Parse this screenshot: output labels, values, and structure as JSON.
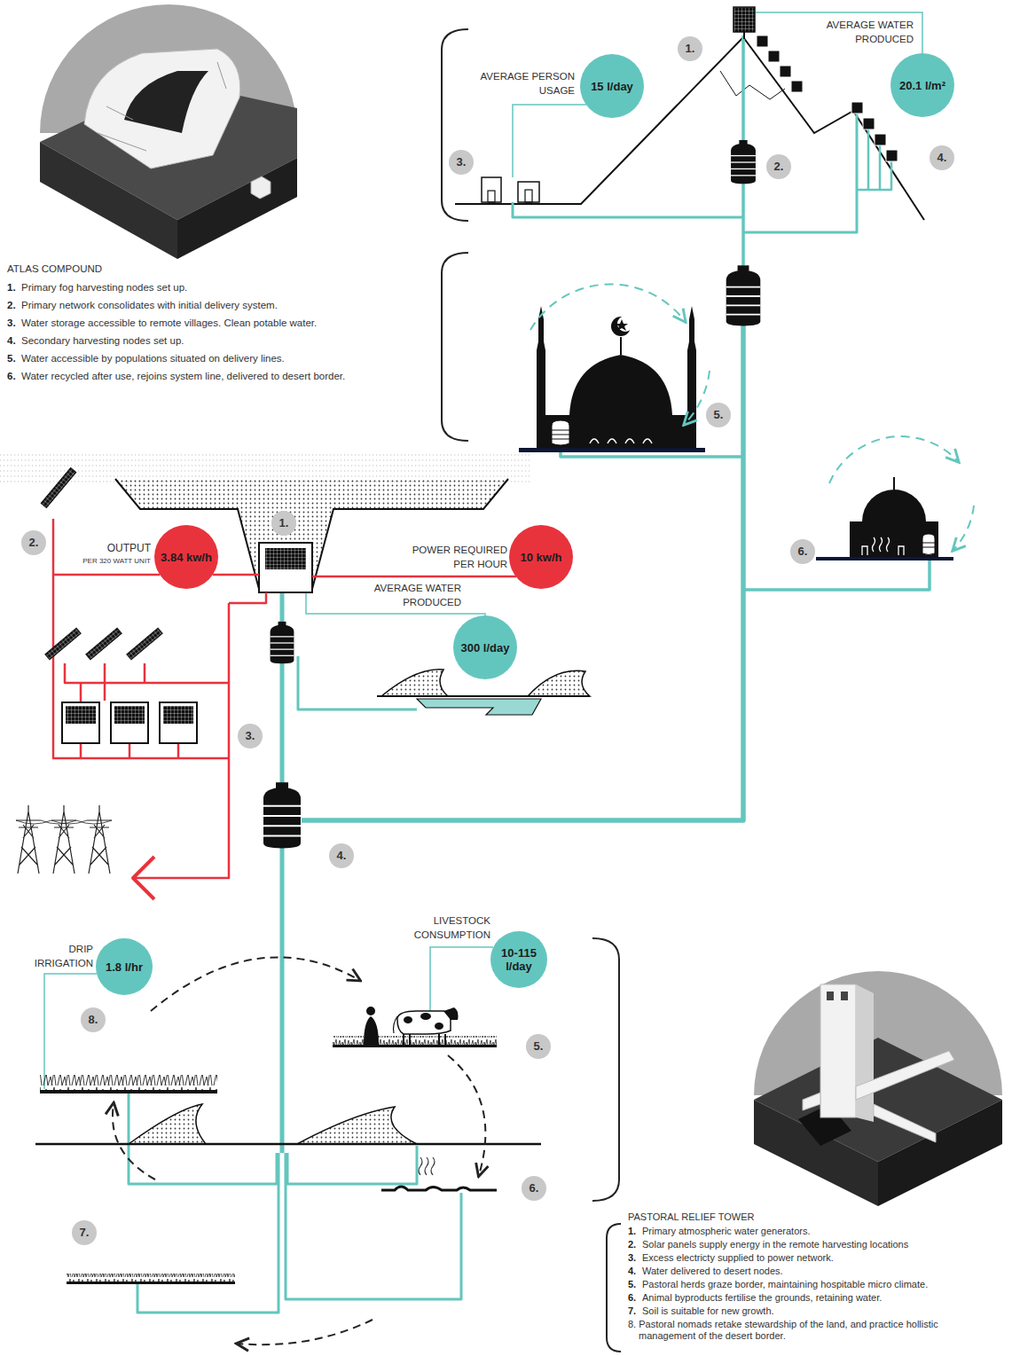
{
  "diagram": {
    "nodes": [
      {
        "text": [
          "15 l/day"
        ]
      },
      {
        "text": [
          "20.1 l/m²"
        ]
      },
      {
        "text": [
          "3.84 kw/h"
        ]
      },
      {
        "text": [
          "10 kw/h"
        ]
      },
      {
        "text": [
          "300 l/day"
        ]
      },
      {
        "text": [
          "1.8 l/hr"
        ]
      },
      {
        "text": [
          "10-115 l/day"
        ]
      }
    ],
    "labels": [
      "AVERAGE PERSON USAGE",
      "AVERAGE WATER PRODUCED",
      "1.",
      "2.",
      "3.",
      "4.",
      "ATLAS COMPOUND",
      "1.",
      "Primary fog harvesting nodes set up.",
      "2.",
      "Primary network consolidates with initial delivery system.",
      "3.",
      "Water storage accessible to remote villages. Clean potable water.",
      "4.",
      "Secondary harvesting nodes set up.",
      "5.",
      "Water accessible by populations situated on delivery lines.",
      "6.",
      "Water recycled after use, rejoins system line, delivered to desert border.",
      "5.",
      "6.",
      "2.",
      "1.",
      "OUTPUT",
      "PER 320 WATT UNIT",
      "POWER REQUIRED PER HOUR",
      "AVERAGE WATER PRODUCED",
      "3.",
      "4.",
      "DRIP IRRIGATION",
      "8.",
      "LIVESTOCK CONSUMPTION",
      "5.",
      "6.",
      "7.",
      "PASTORAL RELIEF TOWER",
      "1.",
      "Primary atmospheric water generators.",
      "2.",
      "Solar panels supply energy in the remote harvesting locations",
      "3.",
      "Excess electricty supplied to power network.",
      "4.",
      "Water delivered to desert nodes.",
      "5.",
      "Pastoral herds graze border, maintaining hospitable micro climate.",
      "6.",
      "Animal byproducts fertilise the grounds, retaining water.",
      "7.",
      "Soil is suitable for new growth.",
      "8. Pastoral nomads retake stewardship of the land, and practice hollistic management of the desert border."
    ]
  }
}
